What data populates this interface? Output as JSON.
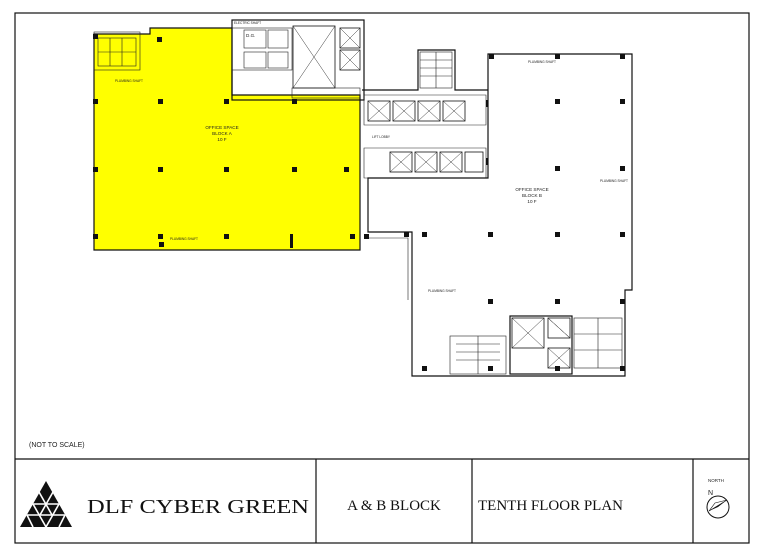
{
  "scale_note": "(NOT TO SCALE)",
  "block_a": {
    "title": "OFFICE SPACE",
    "subtitle": "BLOCK A",
    "floor": "10 F",
    "fill_color": "#ffff00"
  },
  "block_b": {
    "title": "OFFICE SPACE",
    "subtitle": "BLOCK B",
    "floor": "10 F"
  },
  "lift_lobby": "LIFT LOBBY",
  "plumbing_shaft": "PLUMBING SHAFT",
  "electric_shaft": "ELECTRIC SHAFT",
  "dg_room": "D.G.",
  "title_block": {
    "company": "DLF  CYBER  GREEN",
    "block": "A & B BLOCK",
    "plan": "TENTH FLOOR PLAN",
    "north_label": "NORTH",
    "north_letter": "N"
  }
}
